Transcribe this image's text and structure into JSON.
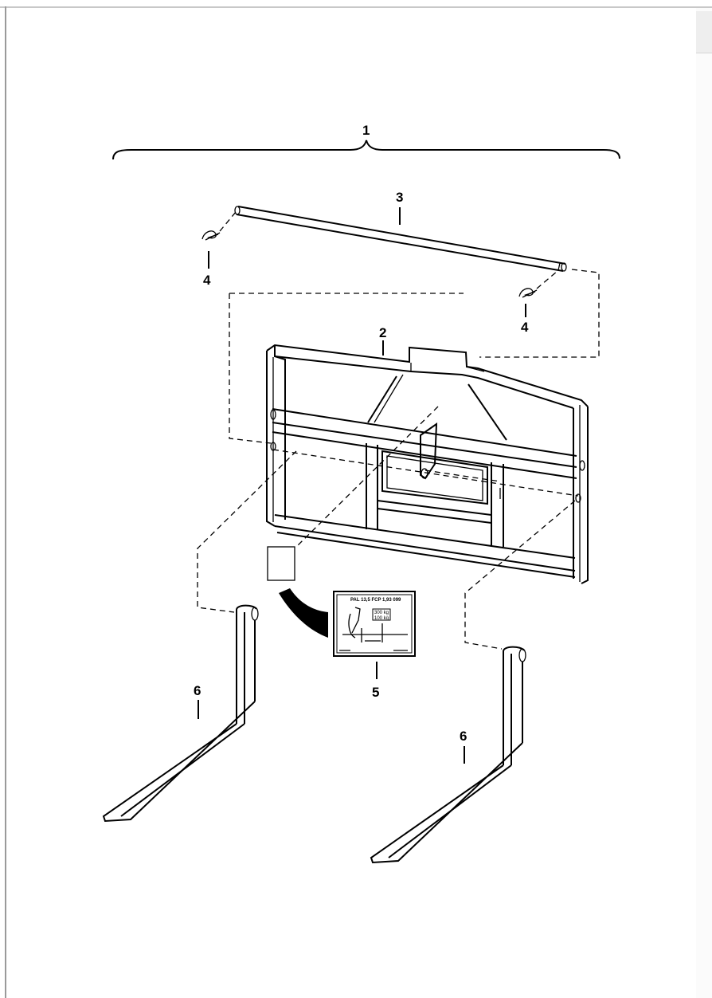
{
  "callouts": {
    "assembly": "1",
    "carriage": "2",
    "shaft": "3",
    "pin_left": "4",
    "pin_right": "4",
    "decal": "5",
    "fork_left": "6",
    "fork_right": "6"
  },
  "decal_text": {
    "header": "PAL 13,5 FCP 1,93 099",
    "load_top": "300 kg",
    "load_bottom": "100 kg"
  },
  "colors": {
    "ink": "#000000",
    "page": "#ffffff",
    "decal_fill": "#f0f0f0"
  }
}
